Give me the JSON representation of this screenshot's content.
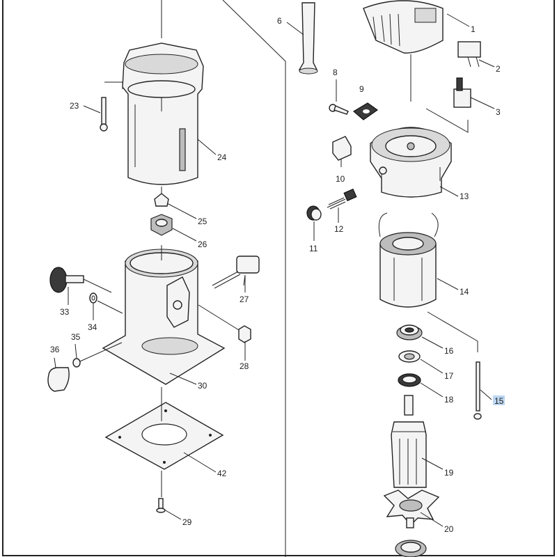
{
  "diagram": {
    "callouts": {
      "p1": "1",
      "p2": "2",
      "p3": "3",
      "p6": "6",
      "p8": "8",
      "p9": "9",
      "p10": "10",
      "p11": "11",
      "p12": "12",
      "p13": "13",
      "p14": "14",
      "p15": "15",
      "p16": "16",
      "p17": "17",
      "p18": "18",
      "p19": "19",
      "p20": "20",
      "p23": "23",
      "p24": "24",
      "p25": "25",
      "p26": "26",
      "p27": "27",
      "p28": "28",
      "p29": "29",
      "p30": "30",
      "p33": "33",
      "p34": "34",
      "p35": "35",
      "p36": "36",
      "p42": "42"
    },
    "highlighted_callout": "15",
    "colors": {
      "line": "#222222",
      "highlight": "#bcd7f2",
      "background": "#ffffff"
    }
  }
}
